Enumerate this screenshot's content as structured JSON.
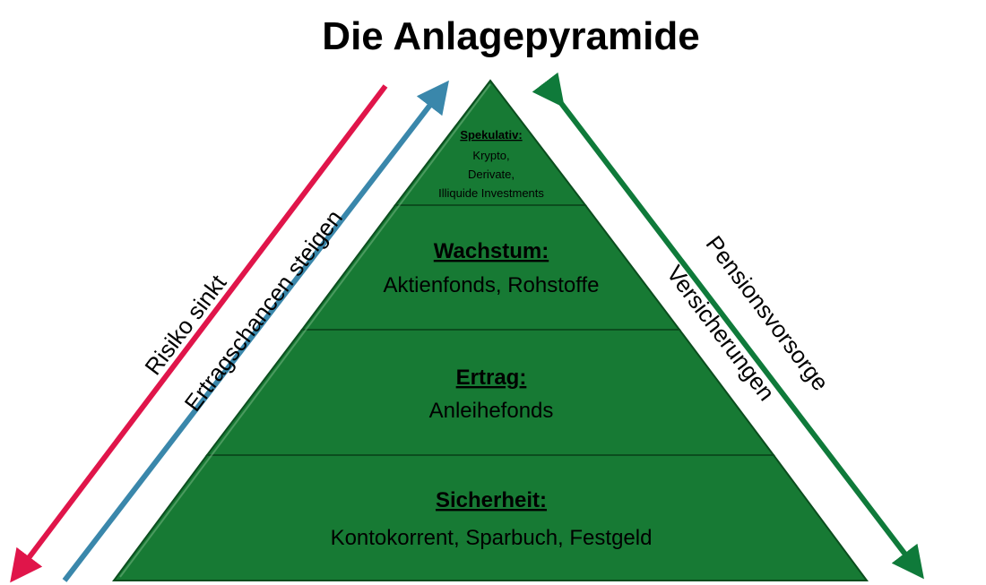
{
  "title": "Die Anlagepyramide",
  "levels": [
    {
      "title": "Spekulativ:",
      "lines": [
        "Krypto,",
        "Derivate,",
        "Illiquide Investments"
      ]
    },
    {
      "title": "Wachstum:",
      "lines": [
        "Aktienfonds, Rohstoffe"
      ]
    },
    {
      "title": "Ertrag:",
      "lines": [
        "Anleihefonds"
      ]
    },
    {
      "title": "Sicherheit:",
      "lines": [
        "Kontokorrent, Sparbuch, Festgeld"
      ]
    }
  ],
  "arrows": {
    "risk": {
      "label": "Risiko sinkt",
      "color": "#e0154a"
    },
    "return": {
      "label": "Ertragschancen steigen",
      "color": "#3a87ab"
    },
    "pension": {
      "label_1": "Pensionsvorsorge",
      "label_2": "Versicherungen",
      "color": "#0f7a3a"
    }
  },
  "colors": {
    "pyramid": "#177a34",
    "pyramid_edge": "#0b4d1e"
  }
}
